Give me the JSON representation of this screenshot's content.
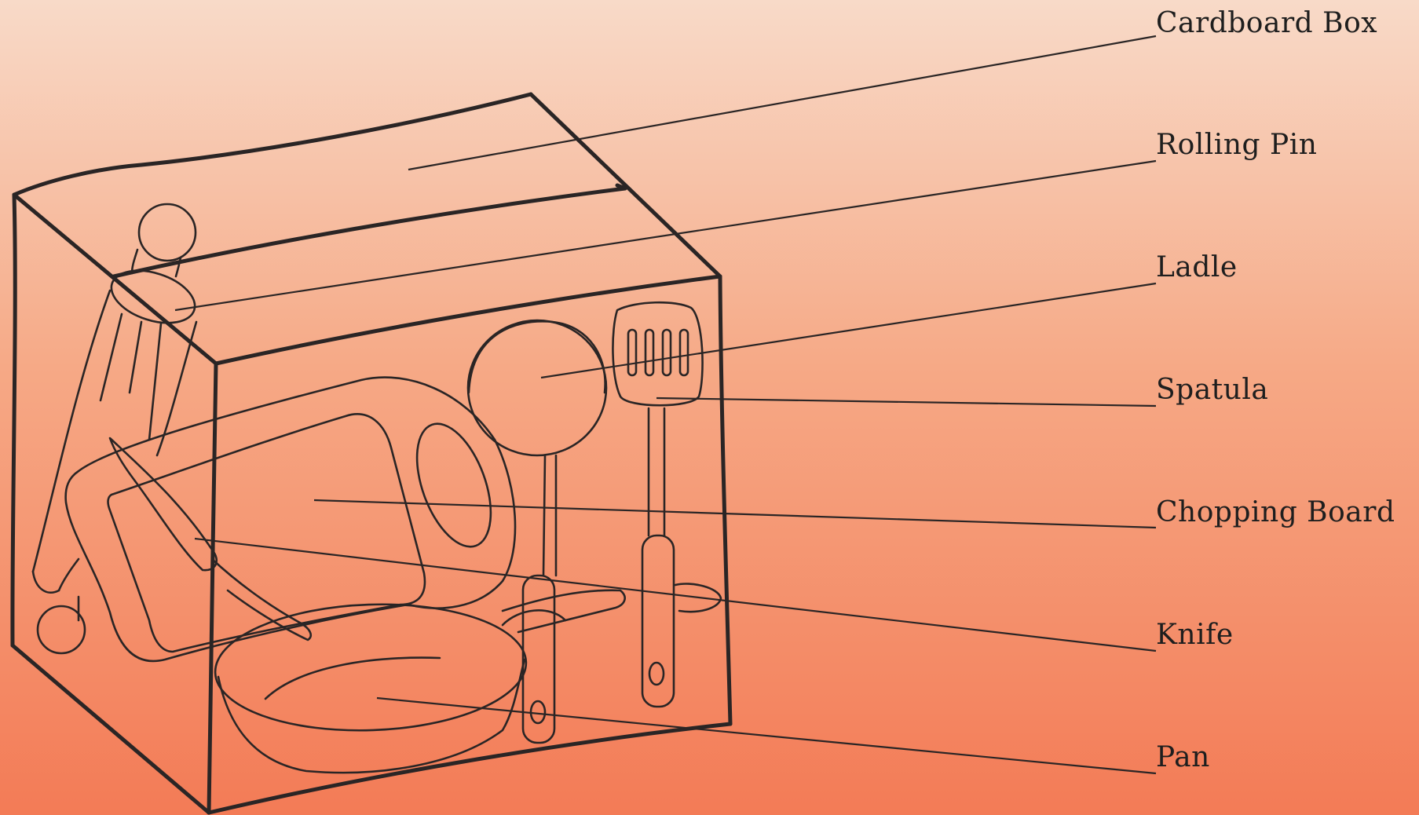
{
  "diagram": {
    "labels": [
      {
        "id": "cardboard-box",
        "text": "Cardboard Box"
      },
      {
        "id": "rolling-pin",
        "text": "Rolling Pin"
      },
      {
        "id": "ladle",
        "text": "Ladle"
      },
      {
        "id": "spatula",
        "text": "Spatula"
      },
      {
        "id": "chopping-board",
        "text": "Chopping Board"
      },
      {
        "id": "knife",
        "text": "Knife"
      },
      {
        "id": "pan",
        "text": "Pan"
      }
    ],
    "colors": {
      "background_top": "#f8dac8",
      "background_bottom": "#f37b56",
      "line": "#2a2525"
    }
  }
}
